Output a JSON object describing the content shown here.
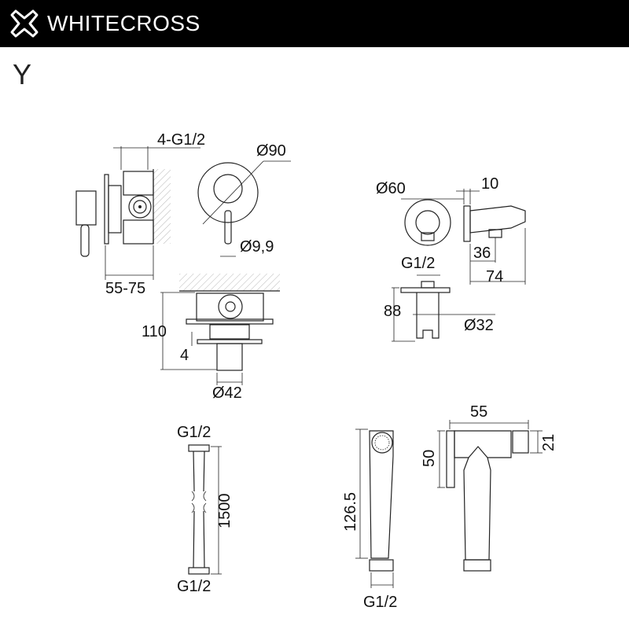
{
  "header": {
    "brand": "WHITECROSS",
    "logo_icon": "cross-outline-logo"
  },
  "variant": "Y",
  "dimensions": {
    "valve_outlets": "4-G1/2",
    "plate_diameter": "Ø90",
    "handle_diameter": "Ø9,9",
    "wall_depth": "55-75",
    "valve_height": "110",
    "plate_thickness": "4",
    "sleeve_diameter": "Ø42",
    "holder_diameter": "Ø60",
    "holder_plate": "10",
    "holder_thread": "G1/2",
    "holder_depth": "36",
    "holder_length": "74",
    "holder_height": "88",
    "holder_cup": "Ø32",
    "hose_top_thread": "G1/2",
    "hose_length": "1500",
    "hose_bottom_thread": "G1/2",
    "sprayer_length": "126.5",
    "sprayer_thread": "G1/2",
    "sprayer_head_width": "55",
    "sprayer_head_height": "50",
    "sprayer_nozzle": "21"
  }
}
